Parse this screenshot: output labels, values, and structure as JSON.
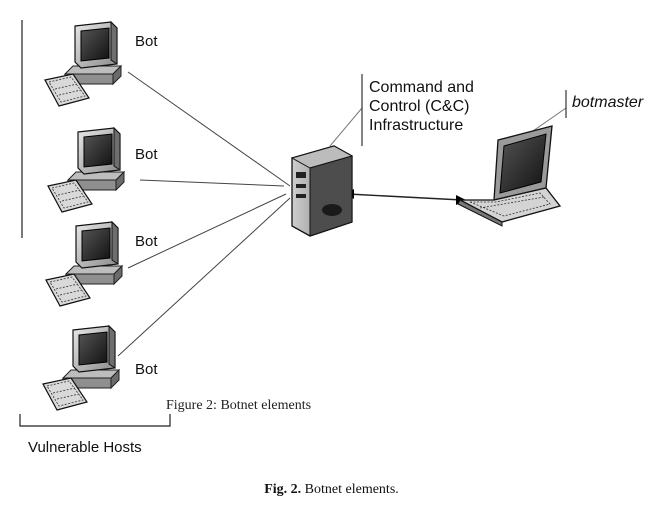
{
  "bots": [
    {
      "label": "Bot"
    },
    {
      "label": "Bot"
    },
    {
      "label": "Bot"
    },
    {
      "label": "Bot"
    }
  ],
  "cc": {
    "line1": "Command and",
    "line2": "Control (C&C)",
    "line3": "Infrastructure"
  },
  "botmaster": {
    "label": "botmaster"
  },
  "group_label": "Vulnerable Hosts",
  "inner_caption": "Figure 2:  Botnet elements",
  "caption": {
    "prefix": "Fig. 2.",
    "text": " Botnet elements."
  }
}
